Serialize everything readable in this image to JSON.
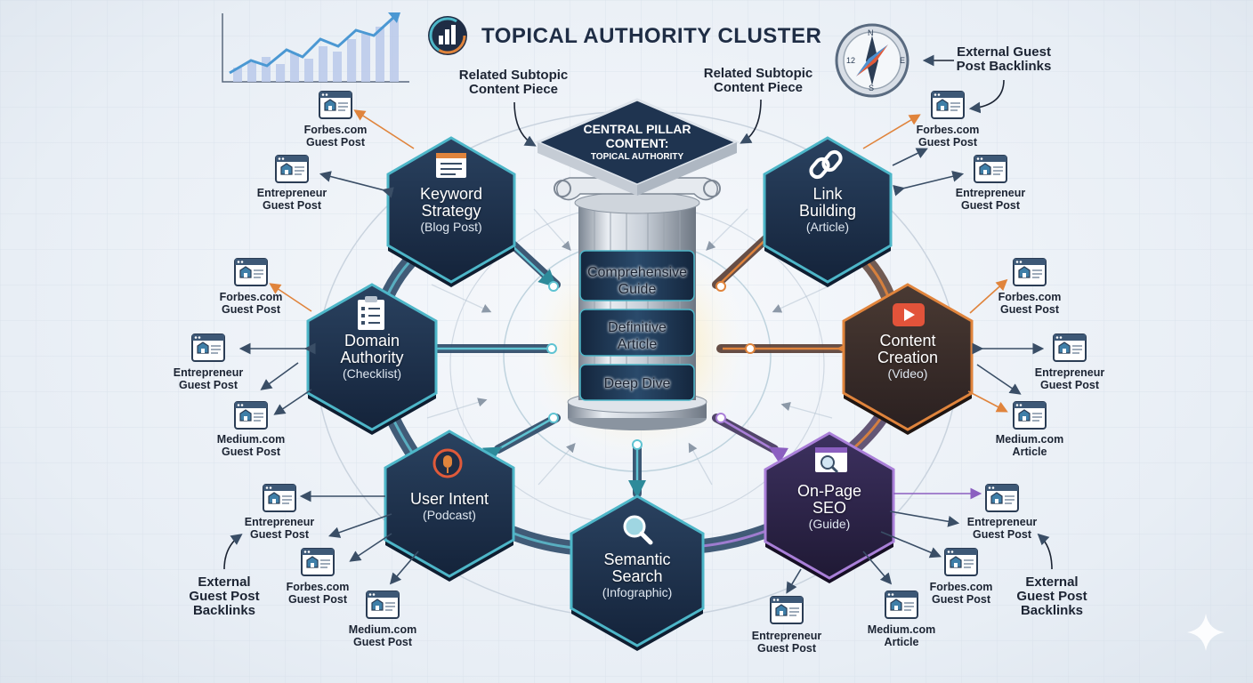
{
  "header": {
    "title": "TOPICAL AUTHORITY CLUSTER"
  },
  "annotations": {
    "related_left": "Related Subtopic\nContent Piece",
    "related_right": "Related Subtopic\nContent Piece",
    "external_top_right": "External Guest\nPost Backlinks",
    "external_bottom_left": "External\nGuest Post\nBacklinks",
    "external_bottom_right": "External\nGuest Post\nBacklinks"
  },
  "pillar": {
    "cap_title": "CENTRAL PILLAR\nCONTENT:",
    "cap_subtitle": "TOPICAL AUTHORITY",
    "labels": [
      "Comprehensive\nGuide",
      "Definitive\nArticle",
      "Deep Dive"
    ]
  },
  "compass": {
    "n": "N",
    "e": "E",
    "s": "S",
    "w": "12"
  },
  "nodes": [
    {
      "title": "Keyword\nStrategy",
      "subtitle": "(Blog Post)",
      "icon": "document-icon"
    },
    {
      "title": "Link\nBuilding",
      "subtitle": "(Article)",
      "icon": "chain-link-icon"
    },
    {
      "title": "Domain\nAuthority",
      "subtitle": "(Checklist)",
      "icon": "checklist-icon"
    },
    {
      "title": "Content\nCreation",
      "subtitle": "(Video)",
      "icon": "video-play-icon"
    },
    {
      "title": "User Intent",
      "subtitle": "(Podcast)",
      "icon": "podcast-mic-icon"
    },
    {
      "title": "On-Page\nSEO",
      "subtitle": "(Guide)",
      "icon": "screen-magnifier-icon"
    },
    {
      "title": "Semantic\nSearch",
      "subtitle": "(Infographic)",
      "icon": "search-icon"
    }
  ],
  "backlinks": [
    "Forbes.com\nGuest Post",
    "Entrepreneur\nGuest Post",
    "Forbes.com\nGuest Post",
    "Entrepreneur\nGuest Post",
    "Forbes.com\nGuest Post",
    "Entrepreneur\nGuest Post",
    "Medium.com\nGuest Post",
    "Forbes.com\nGuest Post",
    "Entrepreneur\nGuest Post",
    "Medium.com\nArticle",
    "Entrepreneur\nGuest Post",
    "Forbes.com\nGuest Post",
    "Medium.com\nGuest Post",
    "Entrepreneur\nGuest Post",
    "Forbes.com\nGuest Post",
    "Medium.com\nArticle",
    "Entrepreneur\nGuest Post"
  ],
  "colors": {
    "navy": "#1d2f48",
    "teal": "#3fb3c4",
    "orange": "#e0843c",
    "purple": "#8b5fc0",
    "hex_orange_fill": "#3a2e2a",
    "hex_purple_fill": "#2d2445"
  }
}
